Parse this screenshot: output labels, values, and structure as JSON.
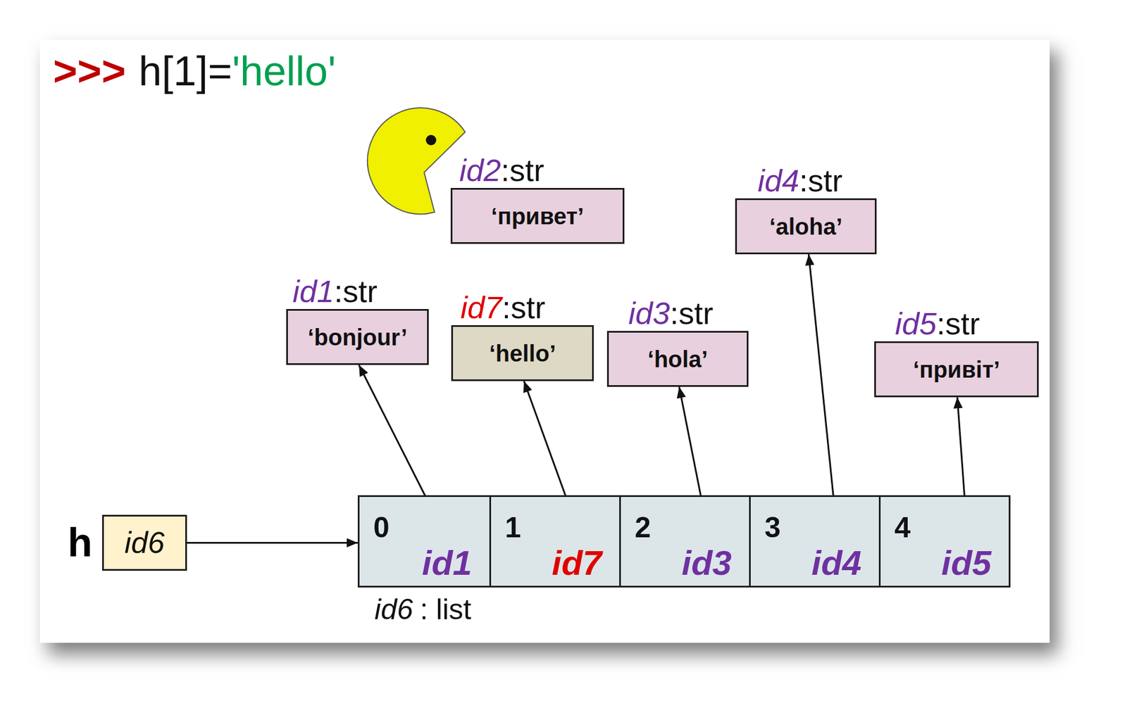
{
  "diagram": {
    "nodes": [
      {
        "text": [
          "id2",
          ":str",
          "‘привет’"
        ]
      },
      {
        "text": [
          "id4",
          ":str",
          "‘aloha’"
        ]
      },
      {
        "text": [
          "id1",
          ":str",
          "‘bonjour’"
        ]
      },
      {
        "text": [
          "id7",
          ":str",
          "‘hello’"
        ]
      },
      {
        "text": [
          "id3",
          ":str",
          "‘hola’"
        ]
      },
      {
        "text": [
          "id5",
          ":str",
          "‘привіт’"
        ]
      },
      {
        "text": [
          "h",
          "id6"
        ]
      },
      {
        "text": [
          "id6",
          ": list"
        ]
      },
      {
        "text": [
          "0",
          "id1"
        ],
        "in": 7
      },
      {
        "text": [
          "1",
          "id7"
        ],
        "in": 7
      },
      {
        "text": [
          "2",
          "id3"
        ],
        "in": 7
      },
      {
        "text": [
          "3",
          "id4"
        ],
        "in": 7
      },
      {
        "text": [
          "4",
          "id5"
        ],
        "in": 7
      }
    ],
    "edges": [
      {
        "from": 6,
        "to": 7,
        "arrow": "to"
      },
      {
        "from": 8,
        "to": 2,
        "arrow": "to"
      },
      {
        "from": 9,
        "to": 3,
        "arrow": "to"
      },
      {
        "from": 10,
        "to": 4,
        "arrow": "to"
      },
      {
        "from": 11,
        "to": 1,
        "arrow": "to"
      },
      {
        "from": 12,
        "to": 5,
        "arrow": "to"
      }
    ],
    "labels": [
      ">>>",
      "h[1]=",
      "'hello'"
    ]
  }
}
